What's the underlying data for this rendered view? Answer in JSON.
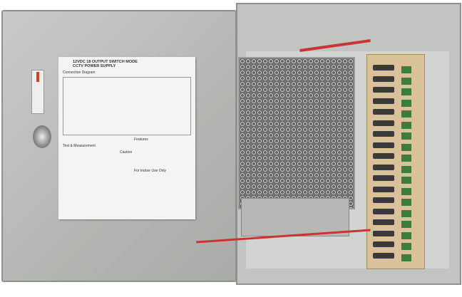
{
  "label": {
    "title1": "12VDC 18 OUTPUT SWITCH MODE",
    "title2": "CCTV POWER SUPPLY",
    "diagram": "Connection Diagram",
    "test": "Test & Measurement",
    "features": "Features",
    "caution": "Caution",
    "indoor": "For Indoor Use Only"
  },
  "colors": {
    "enclosure": "#c2c4c1",
    "pcb": "#d9c29a",
    "terminals": "#3d7d3c",
    "fuses": "#3a3a3a"
  }
}
